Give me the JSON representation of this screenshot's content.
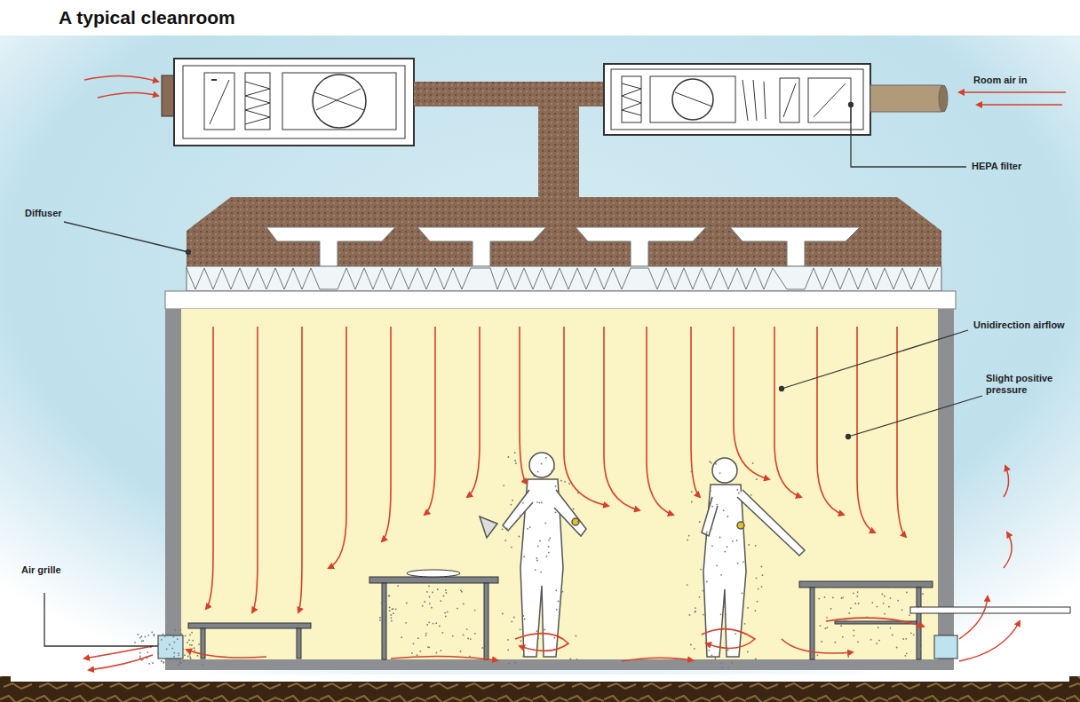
{
  "diagram": {
    "title": "A typical cleanroom",
    "labels": [
      "Room air in",
      "HEPA filter",
      "Diffuser",
      "Unidirection airflow",
      "Slight positive pressure",
      "Air grille"
    ]
  }
}
